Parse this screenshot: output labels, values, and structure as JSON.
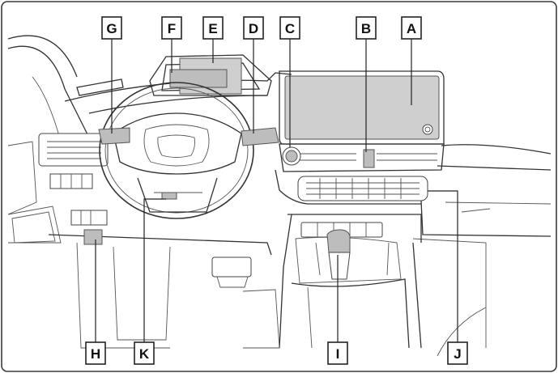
{
  "diagram": {
    "labels": {
      "A": "A",
      "B": "B",
      "C": "C",
      "D": "D",
      "E": "E",
      "F": "F",
      "G": "G",
      "H": "H",
      "I": "I",
      "J": "J",
      "K": "K"
    },
    "colors": {
      "frame": "#3a3a3a",
      "line": "#444444",
      "highlight": "#bdbdbd",
      "background": "#ffffff"
    }
  }
}
